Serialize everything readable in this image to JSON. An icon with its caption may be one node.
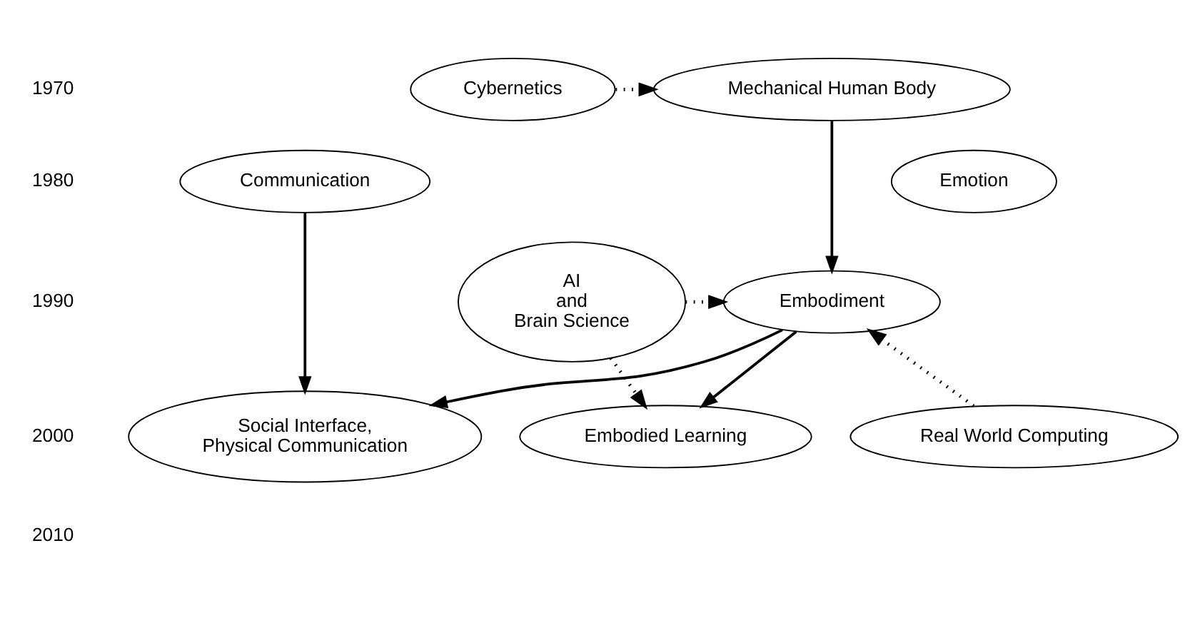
{
  "diagram": {
    "nodes": [
      {
        "text": [
          "Mechanical Human Body"
        ]
      },
      {
        "text": [
          "Cybernetics"
        ]
      },
      {
        "text": [
          "Communication"
        ]
      },
      {
        "text": [
          "Emotion"
        ]
      },
      {
        "text": [
          "AI and Brain Science"
        ]
      },
      {
        "text": [
          "Embodiment"
        ]
      },
      {
        "text": [
          "Real World Computing"
        ]
      },
      {
        "text": [
          "Social Interface, Physical Communication"
        ]
      },
      {
        "text": [
          "Embodied Learning"
        ]
      }
    ],
    "edges": [
      {
        "from": 1,
        "to": 0,
        "arrow": "to",
        "style": "dashed"
      },
      {
        "from": 0,
        "to": 5,
        "arrow": "to"
      },
      {
        "from": 2,
        "to": 7,
        "arrow": "to"
      },
      {
        "from": 4,
        "to": 5,
        "arrow": "to",
        "style": "dashed"
      },
      {
        "from": 6,
        "to": 5,
        "arrow": "to",
        "style": "dashed"
      },
      {
        "from": 4,
        "to": 8,
        "arrow": "to",
        "style": "dashed"
      },
      {
        "from": 5,
        "to": 7,
        "arrow": "to"
      },
      {
        "from": 5,
        "to": 8,
        "arrow": "to"
      }
    ],
    "labels": [
      "1970",
      "1980",
      "1990",
      "2000",
      "2010"
    ]
  }
}
